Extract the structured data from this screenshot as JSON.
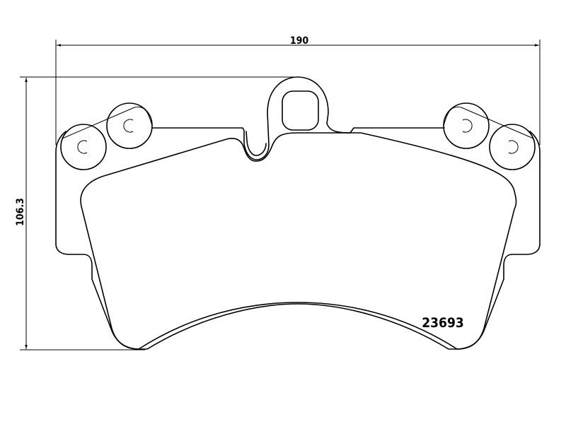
{
  "drawing": {
    "width_dimension": "190",
    "height_dimension": "106.3",
    "part_number": "23693"
  }
}
